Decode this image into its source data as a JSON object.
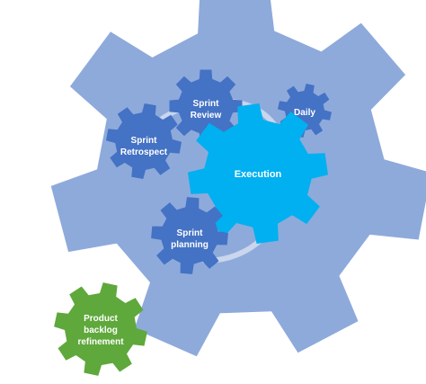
{
  "diagram": {
    "colors": {
      "big_gear": "#8eaadb",
      "small_gear": "#4472c4",
      "execution_gear": "#00b0f0",
      "refinement_gear": "#5fa83b",
      "arrow": "#c9d6ee",
      "label": "#ffffff"
    },
    "gears": {
      "big": {
        "label": ""
      },
      "sprint_review": {
        "label_lines": [
          "Sprint",
          "Review"
        ]
      },
      "daily": {
        "label_lines": [
          "Daily"
        ]
      },
      "sprint_retrospect": {
        "label_lines": [
          "Sprint",
          "Retrospect"
        ]
      },
      "execution": {
        "label_lines": [
          "Execution"
        ]
      },
      "sprint_planning": {
        "label_lines": [
          "Sprint",
          "planning"
        ]
      },
      "product_backlog_refinement": {
        "label_lines": [
          "Product",
          "backlog",
          "refinement"
        ]
      }
    }
  }
}
